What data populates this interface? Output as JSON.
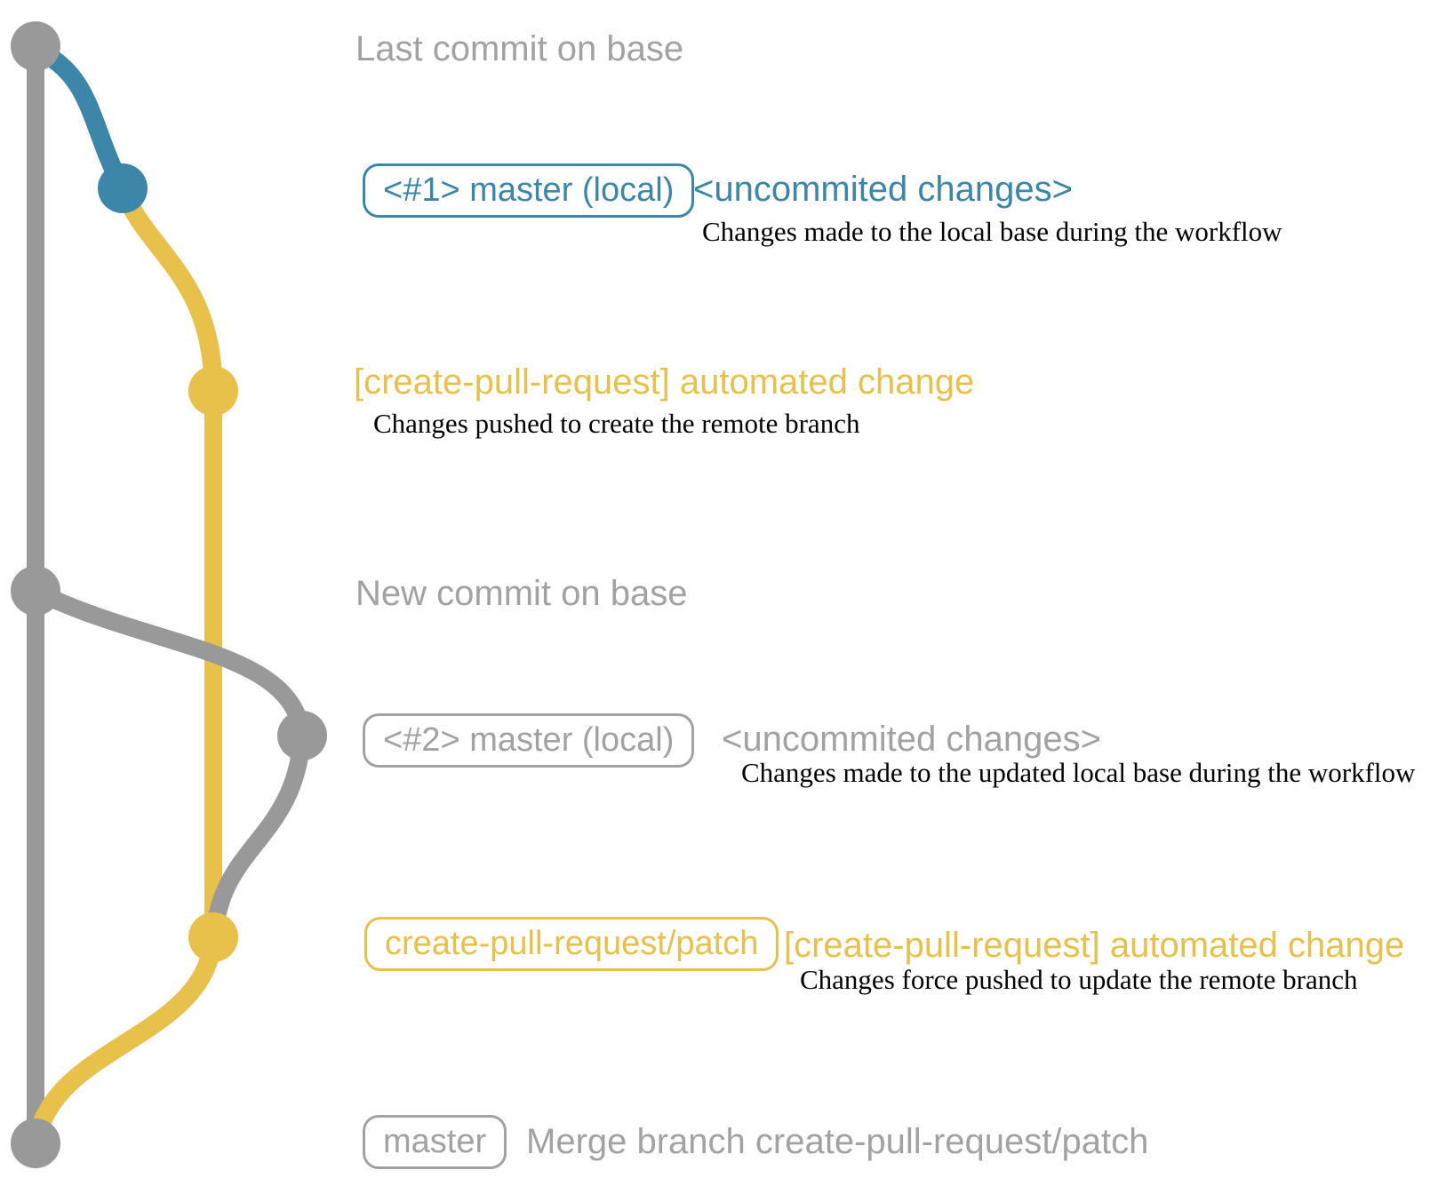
{
  "colors": {
    "gray": "#999999",
    "blue": "#3c87a9",
    "yellow": "#e8c14b",
    "label-gray": "#a2a2a2",
    "text-black": "#000000"
  },
  "rows": {
    "last_commit": {
      "caption": "Last commit on base"
    },
    "local1": {
      "badge": "<#1> master (local)",
      "title": "<uncommited changes>",
      "description": "Changes made to the local base during the workflow"
    },
    "patch1": {
      "title": "[create-pull-request] automated change",
      "description": "Changes pushed to create the remote branch"
    },
    "new_commit": {
      "caption": "New commit on base"
    },
    "local2": {
      "badge": "<#2> master (local)",
      "title": "<uncommited changes>",
      "description": "Changes made to the updated local base during the workflow"
    },
    "patch2": {
      "badge": "create-pull-request/patch",
      "title": "[create-pull-request] automated change",
      "description": "Changes force pushed to update the remote branch"
    },
    "merge": {
      "badge": "master",
      "title": "Merge branch create-pull-request/patch"
    }
  }
}
